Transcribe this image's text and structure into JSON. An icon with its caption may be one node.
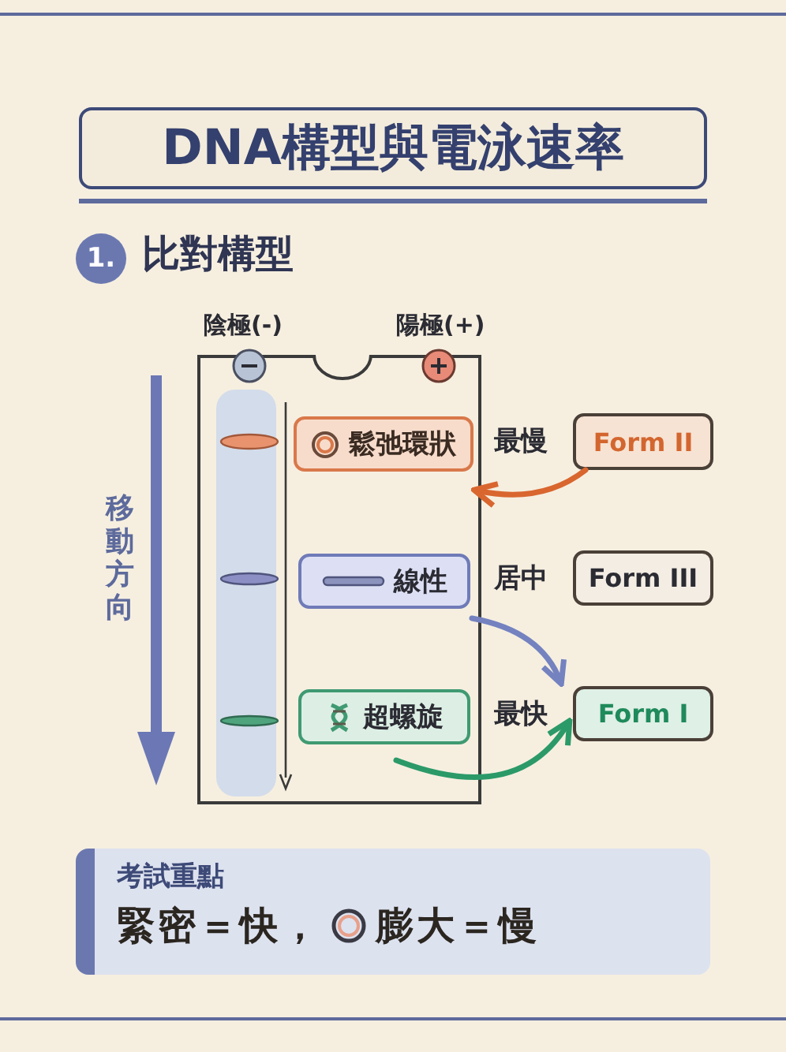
{
  "diagram": {
    "title": "DNA構型與電泳速率",
    "nodes": [
      {
        "text": [
          "陰極(-)",
          "陽極(+)"
        ]
      },
      {
        "text": [
          "鬆弛環狀"
        ],
        "in": 0
      },
      {
        "text": [
          "線性"
        ],
        "in": 0
      },
      {
        "text": [
          "超螺旋"
        ],
        "in": 0
      },
      {
        "text": [
          "Form II"
        ]
      },
      {
        "text": [
          "Form III"
        ]
      },
      {
        "text": [
          "Form I"
        ]
      },
      {
        "text": [
          "考試重點",
          "緊密＝快，",
          "膨大＝慢"
        ]
      }
    ],
    "edges": [
      {
        "from": 4,
        "to": 1,
        "arrow": "to",
        "color": "#d9662f"
      },
      {
        "from": 2,
        "to": 6,
        "arrow": "to",
        "color": "#7482c0"
      },
      {
        "from": 3,
        "to": 6,
        "arrow": "to",
        "color": "#2b9a68"
      }
    ],
    "labels": [
      "1.",
      "比對構型",
      "移動方向",
      "最慢",
      "居中",
      "最快"
    ]
  }
}
